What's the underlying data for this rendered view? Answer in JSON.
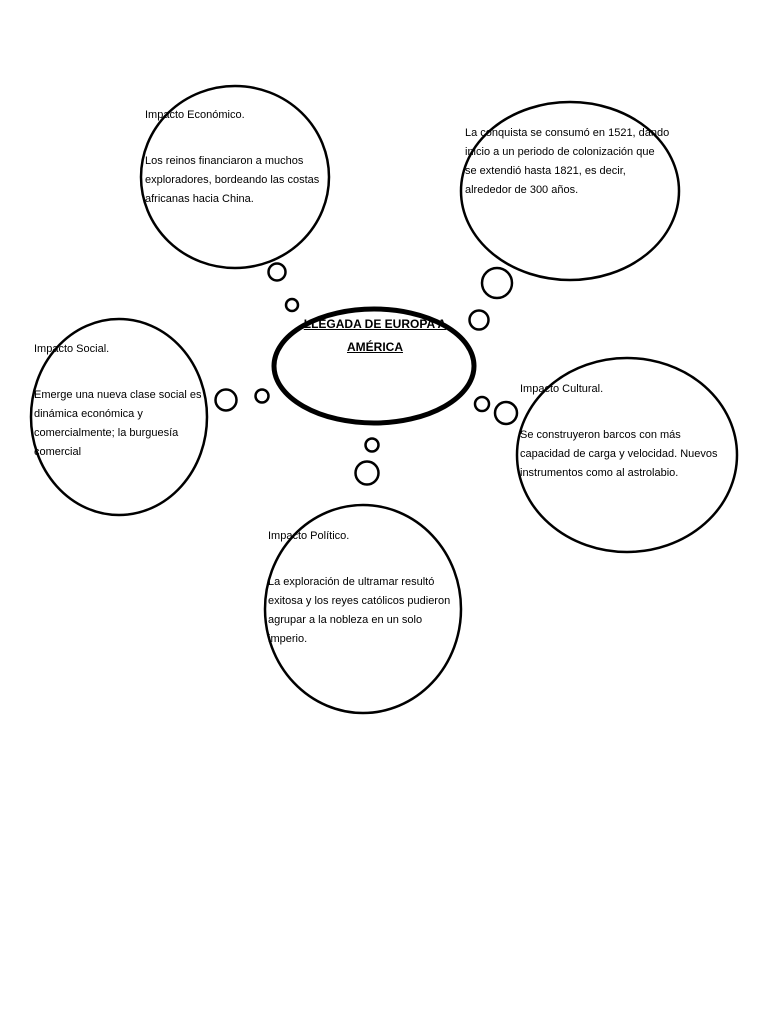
{
  "center": {
    "title_line1": "LLEGADA DE EUROPA A",
    "title_line2": "AMÉRICA"
  },
  "economico": {
    "label": "Impacto Económico.",
    "text": "Los reinos financiaron a muchos\nexploradores, bordeando las costas\nafricanas hacia China."
  },
  "conquista": {
    "text": "La conquista se consumó en 1521, dando\ninicio a un periodo de colonización que\nse extendió hasta 1821, es decir,\nalrededor de 300 años."
  },
  "social": {
    "label": "Impacto Social.",
    "text": "Emerge una nueva clase social es\ndinámica económica y\ncomercialmente; la burguesía\ncomercial"
  },
  "cultural": {
    "label": "Impacto Cultural.",
    "text": "Se construyeron barcos con más\ncapacidad de carga y velocidad. Nuevos\ninstrumentos como al astrolabio."
  },
  "politico": {
    "label": "Impacto Político.",
    "text": "La exploración de ultramar resultó\nexitosa y los reyes católicos pudieron\nagrupar a la nobleza en un solo\nimperio."
  }
}
